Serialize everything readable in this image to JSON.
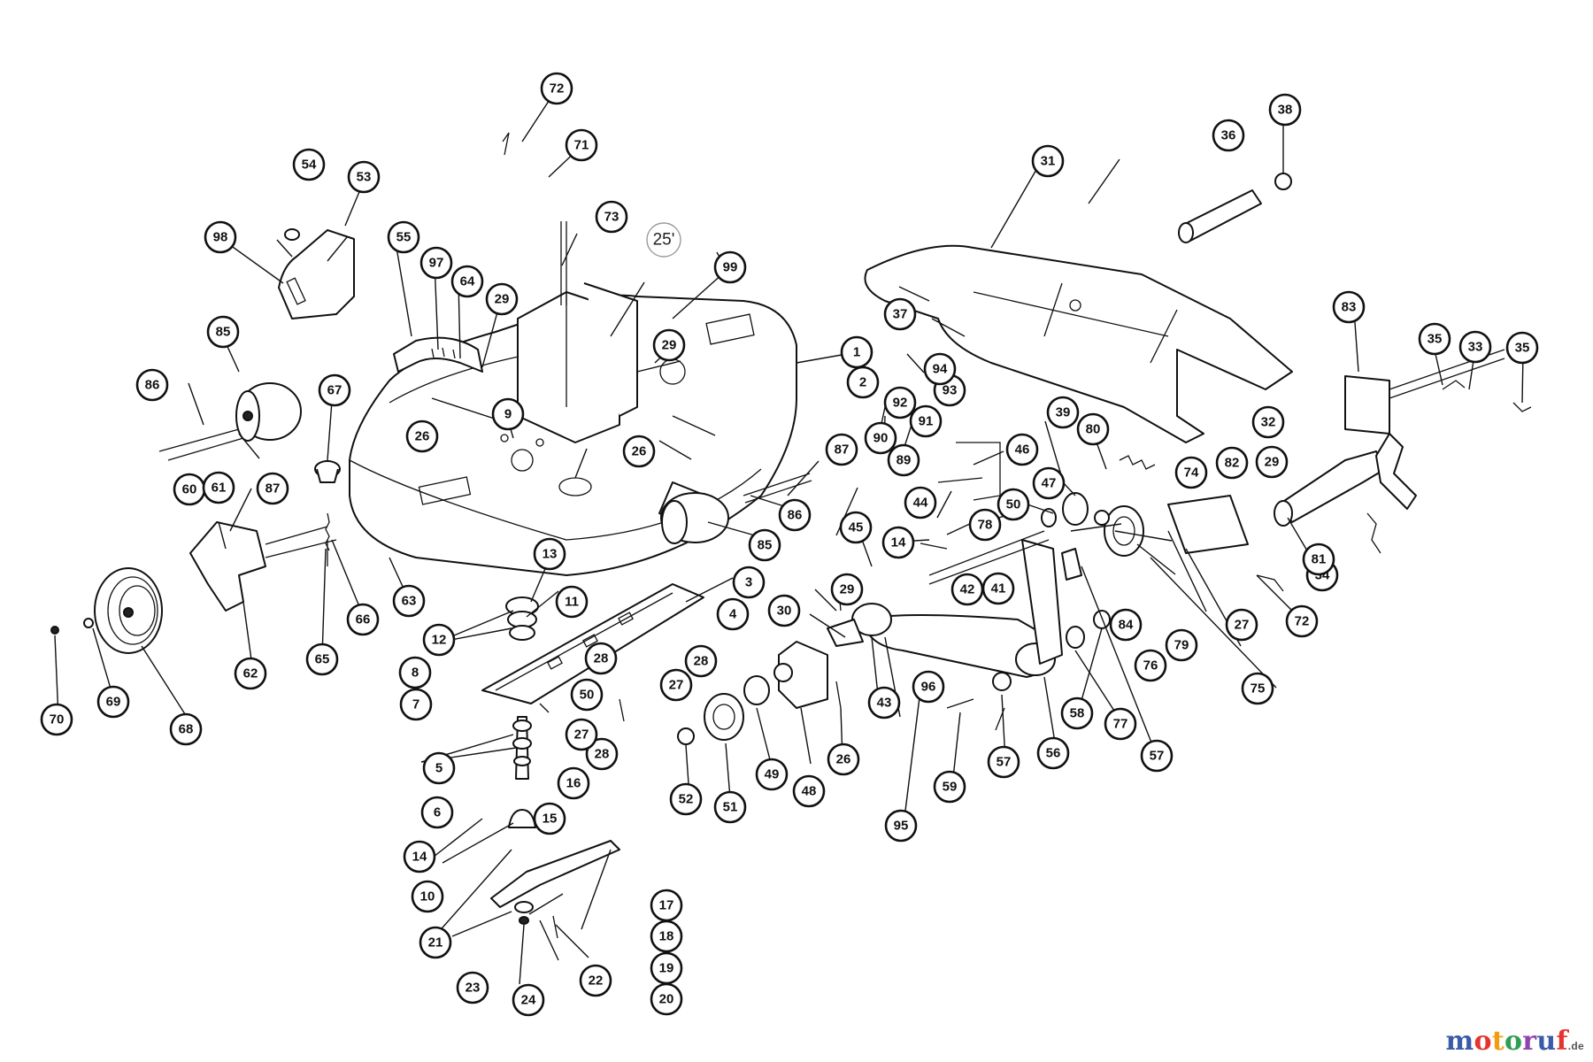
{
  "diagram": {
    "type": "exploded-parts-drawing",
    "line_color": "#111111",
    "callouts": [
      "1",
      "2",
      "3",
      "4",
      "5",
      "6",
      "7",
      "8",
      "9",
      "10",
      "11",
      "12",
      "13",
      "14",
      "15",
      "16",
      "17",
      "18",
      "19",
      "20",
      "21",
      "22",
      "23",
      "24",
      "26",
      "27",
      "28",
      "29",
      "30",
      "31",
      "32",
      "33",
      "34",
      "35",
      "36",
      "37",
      "38",
      "39",
      "41",
      "42",
      "43",
      "44",
      "45",
      "46",
      "47",
      "48",
      "49",
      "50",
      "51",
      "52",
      "53",
      "54",
      "55",
      "56",
      "57",
      "58",
      "59",
      "60",
      "61",
      "62",
      "63",
      "64",
      "65",
      "66",
      "67",
      "68",
      "69",
      "70",
      "71",
      "72",
      "73",
      "74",
      "75",
      "76",
      "77",
      "78",
      "79",
      "80",
      "81",
      "82",
      "83",
      "84",
      "85",
      "86",
      "87",
      "89",
      "90",
      "91",
      "92",
      "93",
      "94",
      "95",
      "96",
      "97",
      "98",
      "99"
    ],
    "handwritten_note": "25'"
  },
  "watermark": {
    "brand": "motoruf",
    "tld": ".de",
    "letter_colors": [
      "#3a5ba8",
      "#e3342f",
      "#f39c12",
      "#2e9e4f",
      "#8e44ad",
      "#3a5ba8",
      "#e3342f"
    ]
  }
}
